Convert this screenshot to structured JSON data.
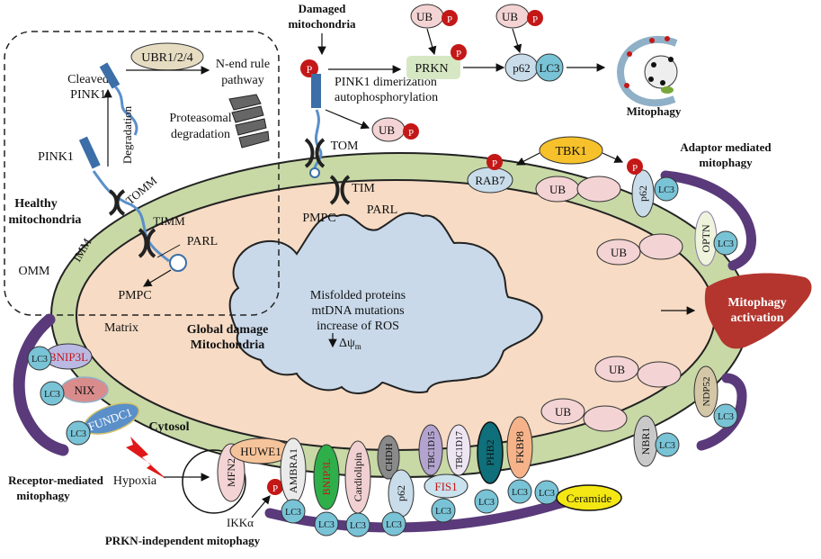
{
  "colors": {
    "outer_membrane": "#c8d9a6",
    "inner_space": "#f7dbc4",
    "matrix_damage": "#c9d9ea",
    "lc3": "#79c3d6",
    "ub": "#f3d3d3",
    "phospho": "#c41717",
    "tbk1": "#f6c12a",
    "ubr": "#e6dcc2",
    "prkn_box": "#d6e8c3",
    "liver": "#b3352e",
    "purple_band": "#5a3a7a",
    "ceramide": "#f4e713"
  },
  "labels": {
    "damaged_mito_l1": "Damaged",
    "damaged_mito_l2": "mitochondria",
    "ubr": "UBR1/2/4",
    "cleaved_l1": "Cleaved",
    "cleaved_l2": "PINK1",
    "nend_l1": "N-end rule",
    "nend_l2": "pathway",
    "degradation": "Degradation",
    "proteasomal_l1": "Proteasomal",
    "proteasomal_l2": "degradation",
    "pink1": "PINK1",
    "tomm": "TOMM",
    "healthy_l1": "Healthy",
    "healthy_l2": "mitochondria",
    "timm": "TIMM",
    "parl_left": "PARL",
    "omm": "OMM",
    "imm": "IMM",
    "pmpc_left": "PMPC",
    "matrix": "Matrix",
    "global_l1": "Global damage",
    "global_l2": "Mitochondria",
    "misfolded_l1": "Misfolded proteins",
    "misfolded_l2": "mtDNA mutations",
    "misfolded_l3": "increase of ROS",
    "delta_psi": "Δψ",
    "delta_psi_sub": "m",
    "p": "P",
    "ub": "UB",
    "prkn": "PRKN",
    "p62": "p62",
    "lc3": "LC3",
    "dimer_l1": "PINK1 dimerization",
    "dimer_l2": "autophosphorylation",
    "mitophagy": "Mitophagy",
    "tom": "TOM",
    "tim": "TIM",
    "pmpc_right": "PMPC",
    "parl_right": "PARL",
    "tbk1": "TBK1",
    "rab7": "RAB7",
    "adaptor_l1": "Adaptor mediated",
    "adaptor_l2": "mitophagy",
    "optn": "OPTN",
    "activation_l1": "Mitophagy",
    "activation_l2": "activation",
    "ndp52": "NDP52",
    "nbr1": "NBR1",
    "bnip3l": "BNIP3L",
    "nix": "NIX",
    "fundc1": "FUNDC1",
    "cytosol": "Cytosol",
    "receptor_l1": "Receptor-mediated",
    "receptor_l2": "mitophagy",
    "hypoxia": "Hypoxia",
    "mfn2": "MFN2",
    "huwe1": "HUWE1",
    "ambra1": "AMBRA1",
    "bnip3": "BNIP3L",
    "cardiolipin": "Cardiolipin",
    "chdh": "CHDH",
    "tbc1d15": "TBC1D15",
    "tbc1d17": "TBC1D17",
    "fis1": "FIS1",
    "phb2": "PHB2",
    "fkbp8": "FKBP8",
    "ceramide": "Ceramide",
    "ikka": "IKKα",
    "prkn_independent": "PRKN-independent mitophagy"
  }
}
